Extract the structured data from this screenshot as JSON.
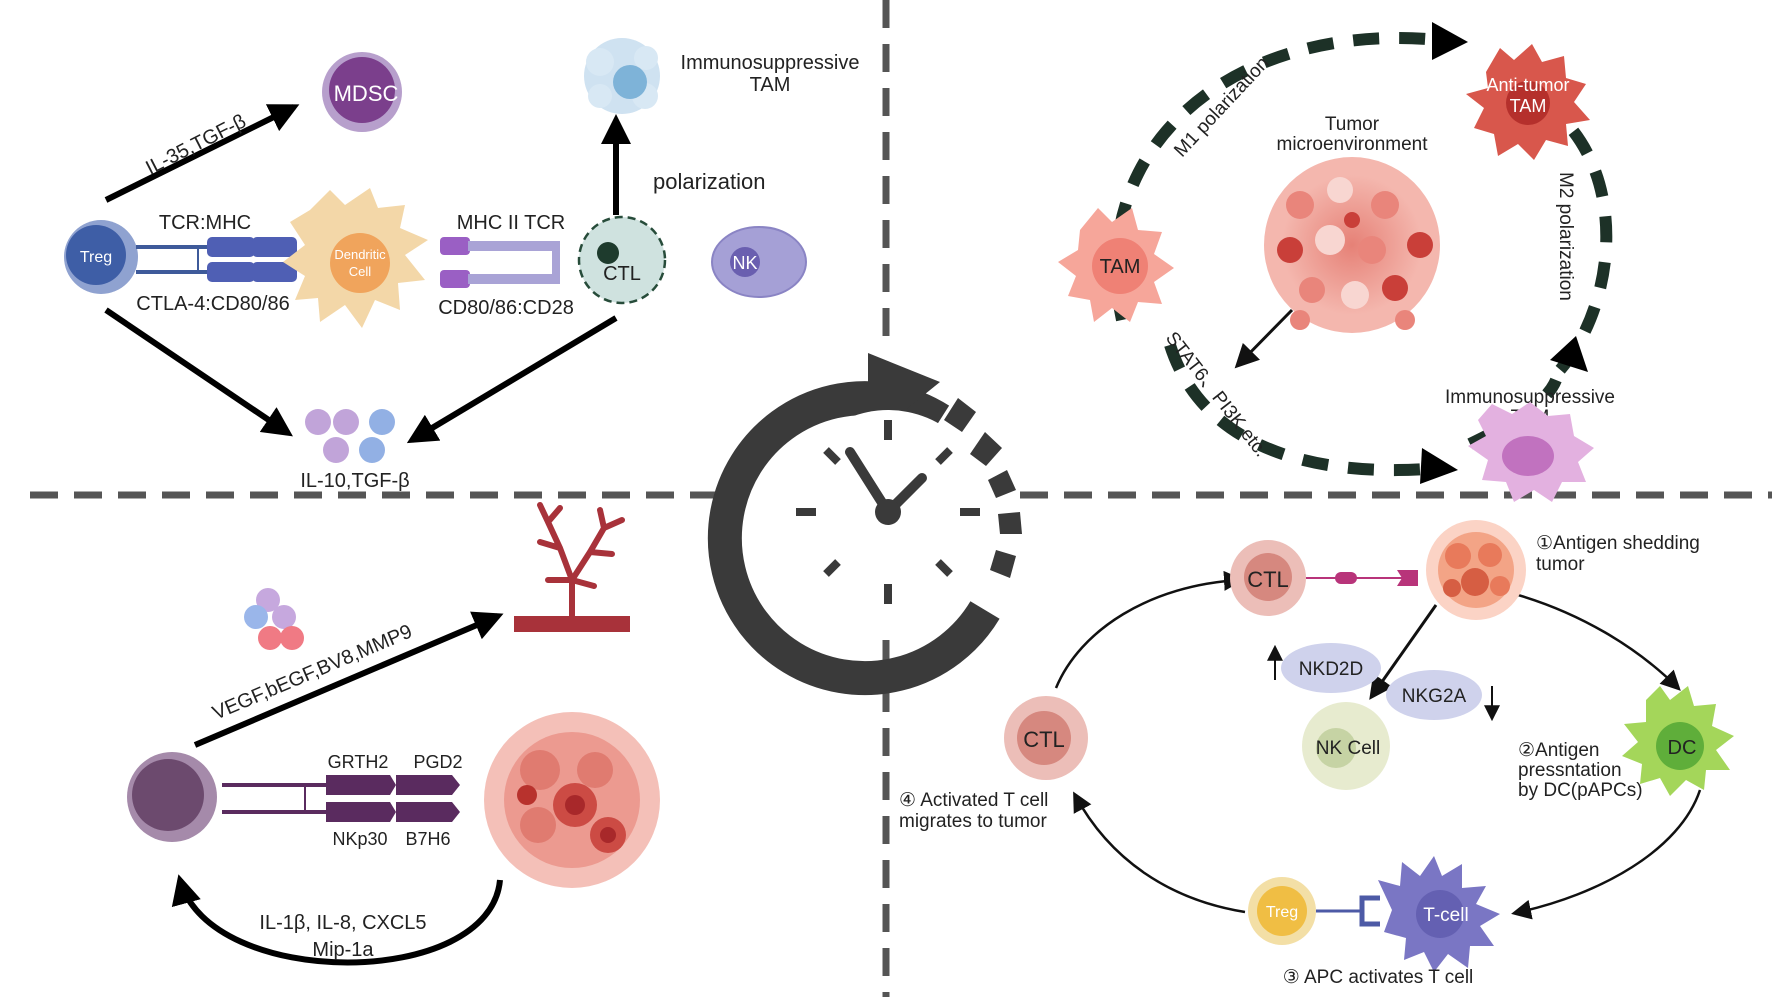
{
  "top_left": {
    "mdsc": "MDSC",
    "il35_label": "IL-35,TGF-β",
    "immuno_tam_line1": "Immunosuppressive",
    "immuno_tam_line2": "TAM",
    "polarization": "polarization",
    "tcr_mhc": "TCR:MHC",
    "ctla4": "CTLA-4:CD80/86",
    "mhc2_tcr": "MHC II TCR",
    "cd80": "CD80/86:CD28",
    "treg": "Treg",
    "dendritic_line1": "Dendritic",
    "dendritic_line2": "Cell",
    "ctl": "CTL",
    "nk": "NK",
    "il10": "IL-10,TGF-β"
  },
  "top_right": {
    "m1": "M1 polarization",
    "m2": "M2 polarization",
    "anti_tumor_line1": "Anti-tumor",
    "anti_tumor_line2": "TAM",
    "tumor_micro_line1": "Tumor",
    "tumor_micro_line2": "microenvironment",
    "tam": "TAM",
    "stat6": "STAT6、PI3K etc.",
    "immuno_tam_line1": "Immunosuppressive",
    "immuno_tam_line2": "TAM"
  },
  "bottom_left": {
    "vegf": "VEGF,bEGF,BV8,MMP9",
    "grth2": "GRTH2",
    "pgd2": "PGD2",
    "nkp30": "NKp30",
    "b7h6": "B7H6",
    "il1b": "IL-1β, IL-8, CXCL5",
    "mip": "Mip-1a"
  },
  "bottom_right": {
    "step1_line1": "①Antigen shedding",
    "step1_line2": "tumor",
    "ctl_top": "CTL",
    "nkd2d": "NKD2D",
    "nkg2a": "NKG2A",
    "nk_cell": "NK Cell",
    "ctl_left": "CTL",
    "step2_line1": "②Antigen",
    "step2_line2": "pressntation",
    "step2_line3": "by DC(pAPCs)",
    "dc": "DC",
    "step4_line1": "④ Activated T cell",
    "step4_line2": "migrates to tumor",
    "treg": "Treg",
    "tcell": "T-cell",
    "step3": "③ APC activates T cell"
  },
  "colors": {
    "treg_blue": "#3e5ea6",
    "mdsc_purple": "#7b3f8c",
    "dendritic_orange": "#f0a45c",
    "ctl_teal": "#cfe2df",
    "nk_lavender": "#a5a0d6",
    "tam_salmon": "#f29a8e",
    "anti_tumor_red": "#d8574c",
    "immuno_tam_pink": "#d89ad6",
    "tumor_red": "#e7867c",
    "vessel_red": "#a8323a",
    "divider_gray": "#555555",
    "m_arrow_dark": "#1d3127"
  },
  "icons": [
    "clock-cycle-icon",
    "blood-vessel-icon",
    "tumor-mass-icon"
  ]
}
